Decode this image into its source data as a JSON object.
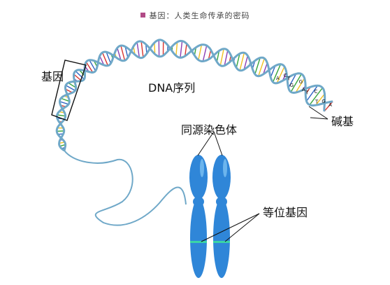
{
  "header": {
    "title": "基因：人类生命传承的密码"
  },
  "labels": {
    "gene": "基因",
    "dna_sequence": "DNA序列",
    "base": "碱基",
    "homologous_chromosomes": "同源染色体",
    "allele": "等位基因"
  },
  "base_letters": [
    "A",
    "C",
    "T",
    "G",
    "G",
    "A",
    "T",
    "C",
    "T",
    "G",
    "A"
  ],
  "colors": {
    "strand": "#6fa8c8",
    "chromosome": "#2f86d8",
    "chromosome_highlight": "#7cc0f2",
    "allele_band": "#3bd4a6",
    "accent": "#b14a86",
    "rungs": [
      "#d8342e",
      "#2e63c4",
      "#36a43c",
      "#f0c020",
      "#8a3cb2"
    ]
  }
}
